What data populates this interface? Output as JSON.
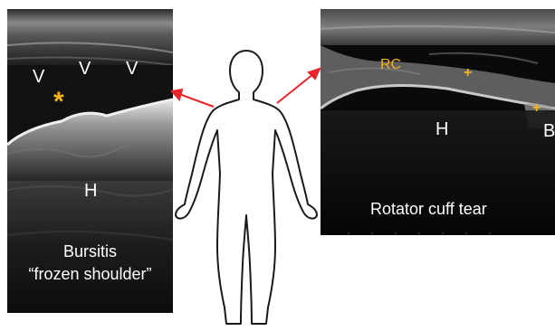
{
  "left_panel": {
    "v_labels": [
      "V",
      "V",
      "V"
    ],
    "asterisk": "*",
    "h_label": "H",
    "caption_line1": "Bursitis",
    "caption_line2": "“frozen shoulder”"
  },
  "right_panel": {
    "rc_label": "RC",
    "caliper_marks": [
      "+",
      "+"
    ],
    "h_label": "H",
    "b_label": "B",
    "caption": "Rotator cuff tear"
  },
  "colors": {
    "label_white": "#ffffff",
    "annotation_yellow": "#f5b21f",
    "arrow_red": "#e8252b",
    "outline": "#1a1a1a"
  },
  "icons": [
    "human-body-outline-icon",
    "arrow-icon"
  ]
}
